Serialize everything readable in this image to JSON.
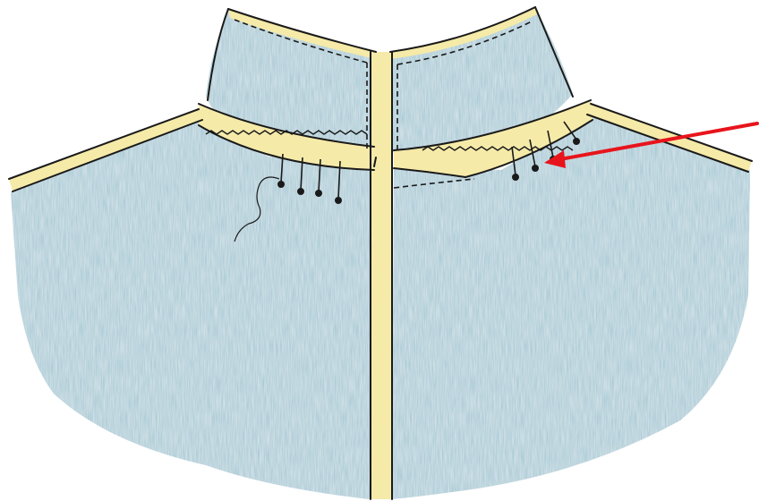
{
  "illustration": {
    "subject": "garment-collar-sewing-sketch",
    "colors": {
      "fabric": "#9fc4d1",
      "fabric_dark": "#7fb0c0",
      "binding": "#f5eaa8",
      "ink": "#1a1a1a",
      "arrow": "#e8141c",
      "background": "#ffffff"
    },
    "pin_count_left": 4,
    "pin_count_right": 4
  }
}
